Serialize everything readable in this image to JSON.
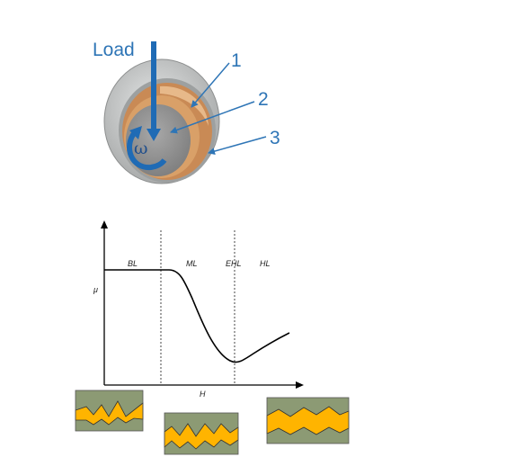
{
  "bearing": {
    "load_label": "Load",
    "omega_label": "ω",
    "callouts": [
      "1",
      "2",
      "3"
    ],
    "colors": {
      "outer_ring": "#c9cbcb",
      "bore": "#9a9c9c",
      "bushing": "#c98a55",
      "bushing_light": "#e7b98a",
      "shaft": "#8f8f8f",
      "arrow": "#1f6bb5"
    }
  },
  "stribeck": {
    "y_axis_label": "μ",
    "x_axis_label": "H",
    "regimes": [
      "BL",
      "ML",
      "EHL",
      "HL"
    ]
  },
  "asperity_colors": {
    "background": "#8c9a74",
    "lubricant": "#ffb400",
    "outline": "#333333"
  }
}
